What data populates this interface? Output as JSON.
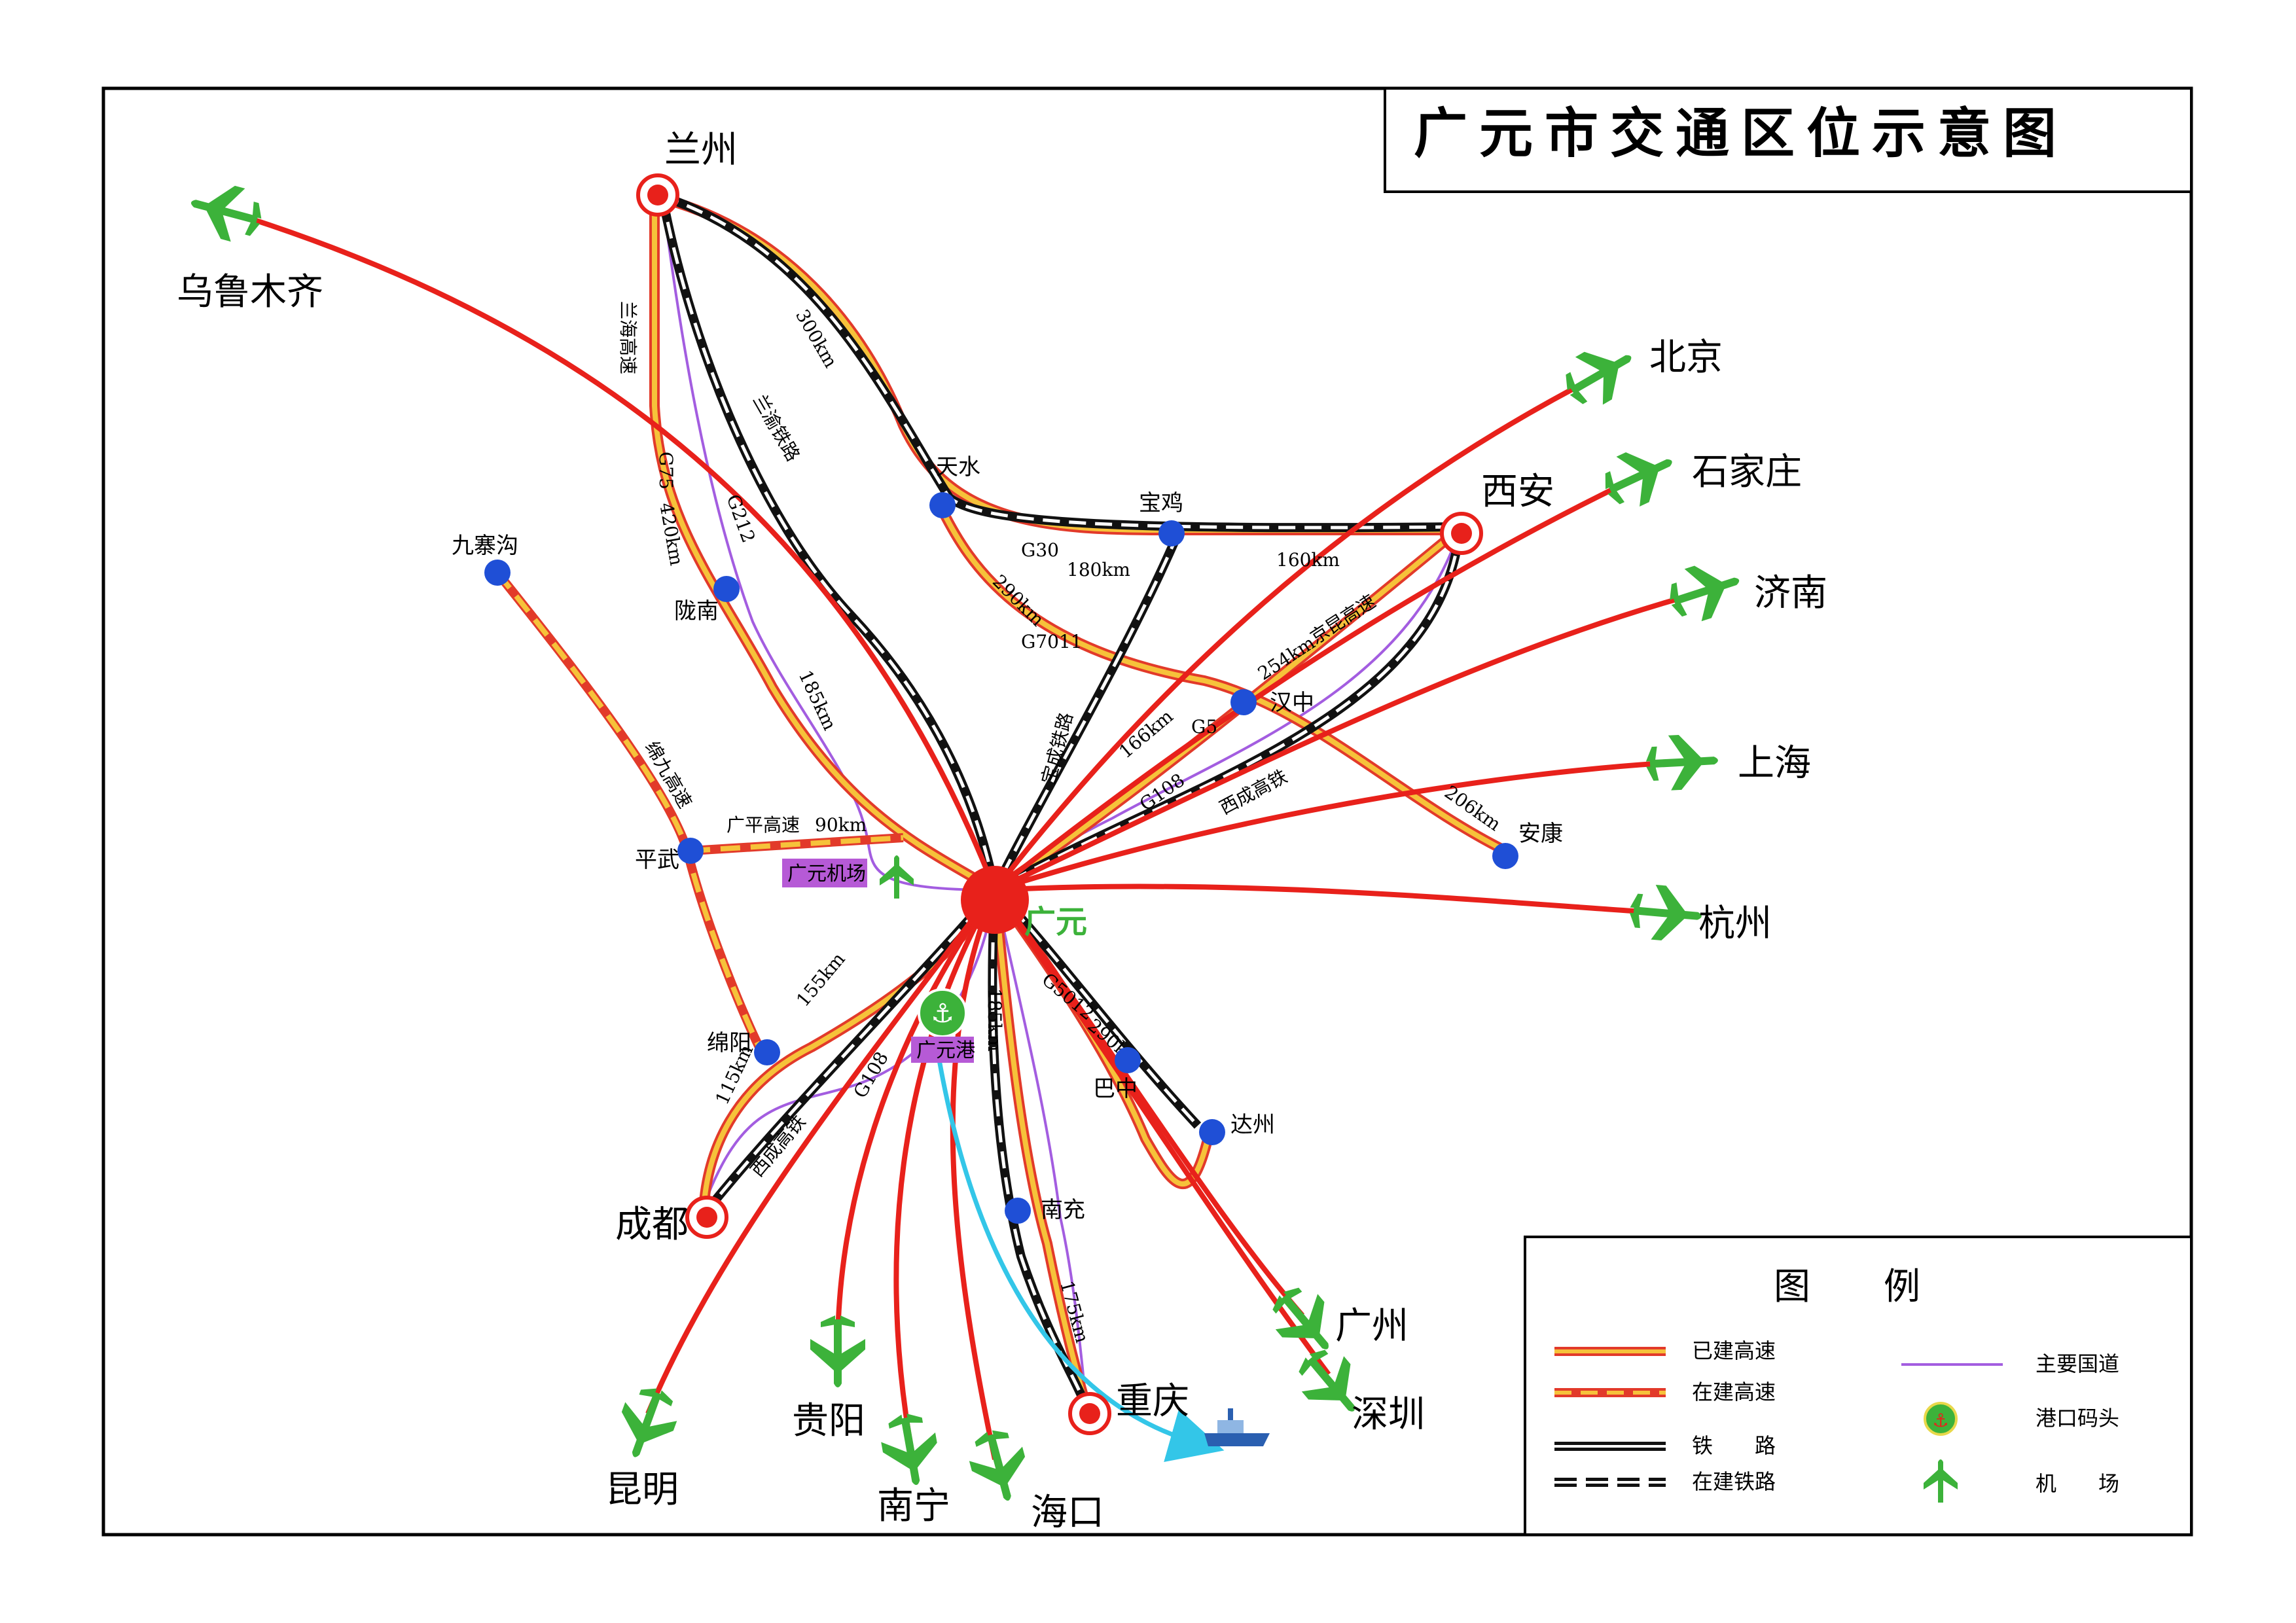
{
  "title": "广元市交通区位示意图",
  "center_label": "广元",
  "legend": {
    "title": "图　　例",
    "items": [
      {
        "key": "expressway_built",
        "label": "已建高速"
      },
      {
        "key": "expressway_building",
        "label": "在建高速"
      },
      {
        "key": "railway",
        "label": "铁　　路"
      },
      {
        "key": "railway_building",
        "label": "在建铁路"
      },
      {
        "key": "national_road",
        "label": "主要国道"
      },
      {
        "key": "port",
        "label": "港口码头"
      },
      {
        "key": "airport",
        "label": "机　　场"
      }
    ]
  },
  "airport_cities": [
    "乌鲁木齐",
    "北京",
    "石家庄",
    "济南",
    "上海",
    "杭州",
    "广州",
    "深圳",
    "海口",
    "南宁",
    "贵阳",
    "昆明"
  ],
  "hub_cities": [
    "兰州",
    "西安",
    "成都",
    "重庆"
  ],
  "towns": [
    "九寨沟",
    "天水",
    "宝鸡",
    "陇南",
    "汉中",
    "安康",
    "平武",
    "绵阳",
    "巴中",
    "达州",
    "南充"
  ],
  "special": {
    "airport": "广元机场",
    "port": "广元港"
  },
  "road_labels": [
    "兰海高速",
    "G75",
    "420km",
    "G212",
    "300km",
    "兰渝铁路",
    "G30",
    "180km",
    "160km",
    "290km",
    "G7011",
    "254km",
    "京昆高速",
    "G5",
    "166km",
    "G108",
    "宝成铁路",
    "185km",
    "西成高铁",
    "206km",
    "绵九高速",
    "广平高速",
    "90km",
    "155km",
    "115km",
    "G108",
    "西成高铁",
    "185km",
    "G5012",
    "290km",
    "175km"
  ],
  "colors": {
    "air_route": "#e8211b",
    "expressway_fill": "#f6c23a",
    "expressway_edge": "#e23a2a",
    "railway": "#111111",
    "national_road": "#a35de0",
    "town": "#1f4fd6",
    "hub": "#e8211b",
    "airplane": "#3cb23a",
    "water_route": "#33c6e8",
    "special_box": "#b65ad6"
  }
}
